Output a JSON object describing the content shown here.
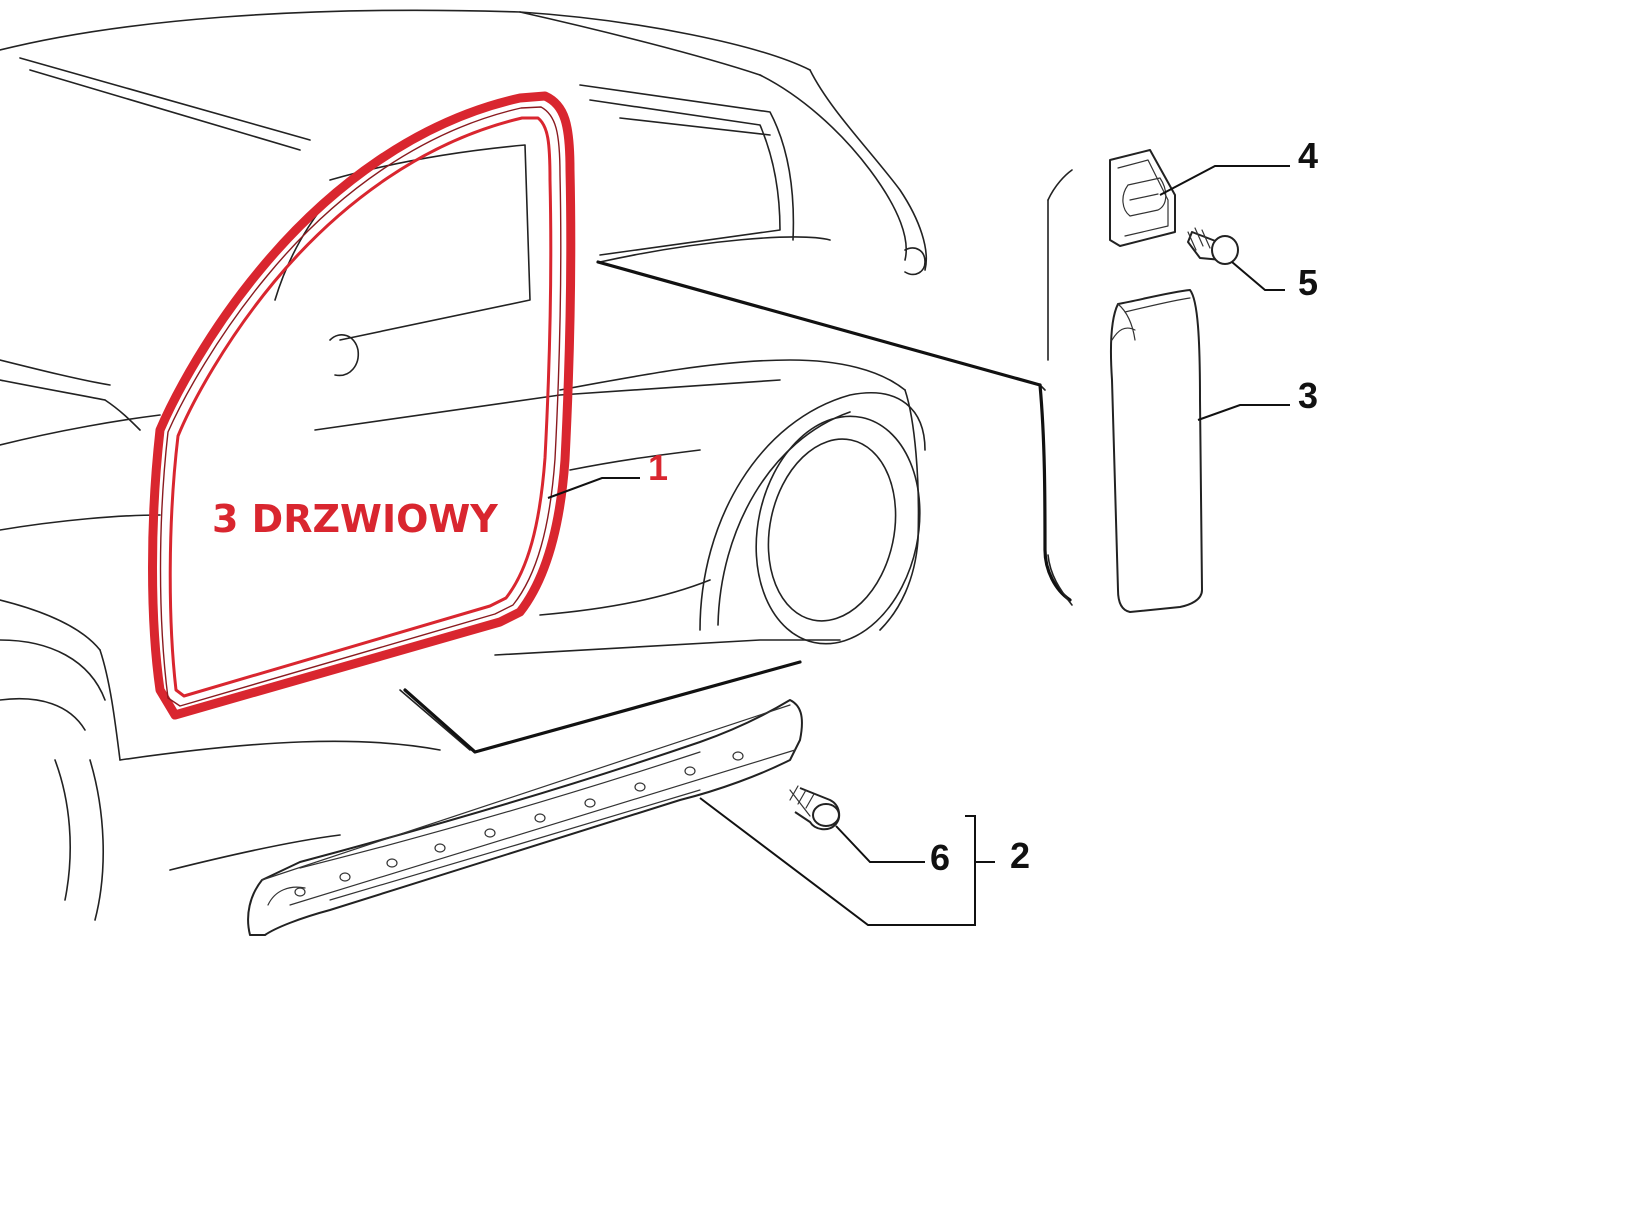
{
  "colors": {
    "highlight": "#d9262f",
    "ink": "#111111",
    "background": "#ffffff"
  },
  "annotation": {
    "text": "3 DRZWIOWY"
  },
  "callouts": {
    "c1": "1",
    "c2": "2",
    "c3": "3",
    "c4": "4",
    "c5": "5",
    "c6": "6"
  }
}
